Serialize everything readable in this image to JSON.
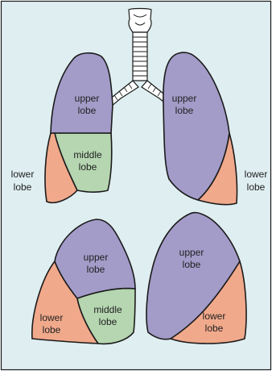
{
  "colors": {
    "background": "#dfeef1",
    "border": "#1b1b1b",
    "upper_lobe": "#a39bc8",
    "middle_lobe": "#b5d6b0",
    "lower_lobe": "#f1a98b",
    "trachea": "#ffffff"
  },
  "front_view": {
    "right_lung": {
      "upper": [
        "upper",
        "lobe"
      ],
      "middle": [
        "middle",
        "lobe"
      ],
      "lower": [
        "lower",
        "lobe"
      ]
    },
    "left_lung": {
      "upper": [
        "upper",
        "lobe"
      ],
      "lower": [
        "lower",
        "lobe"
      ]
    }
  },
  "separated_view": {
    "right_lung": {
      "upper": [
        "upper",
        "lobe"
      ],
      "middle": [
        "middle",
        "lobe"
      ],
      "lower": [
        "lower",
        "lobe"
      ]
    },
    "left_lung": {
      "upper": [
        "upper",
        "lobe"
      ],
      "lower": [
        "lower",
        "lobe"
      ]
    }
  }
}
